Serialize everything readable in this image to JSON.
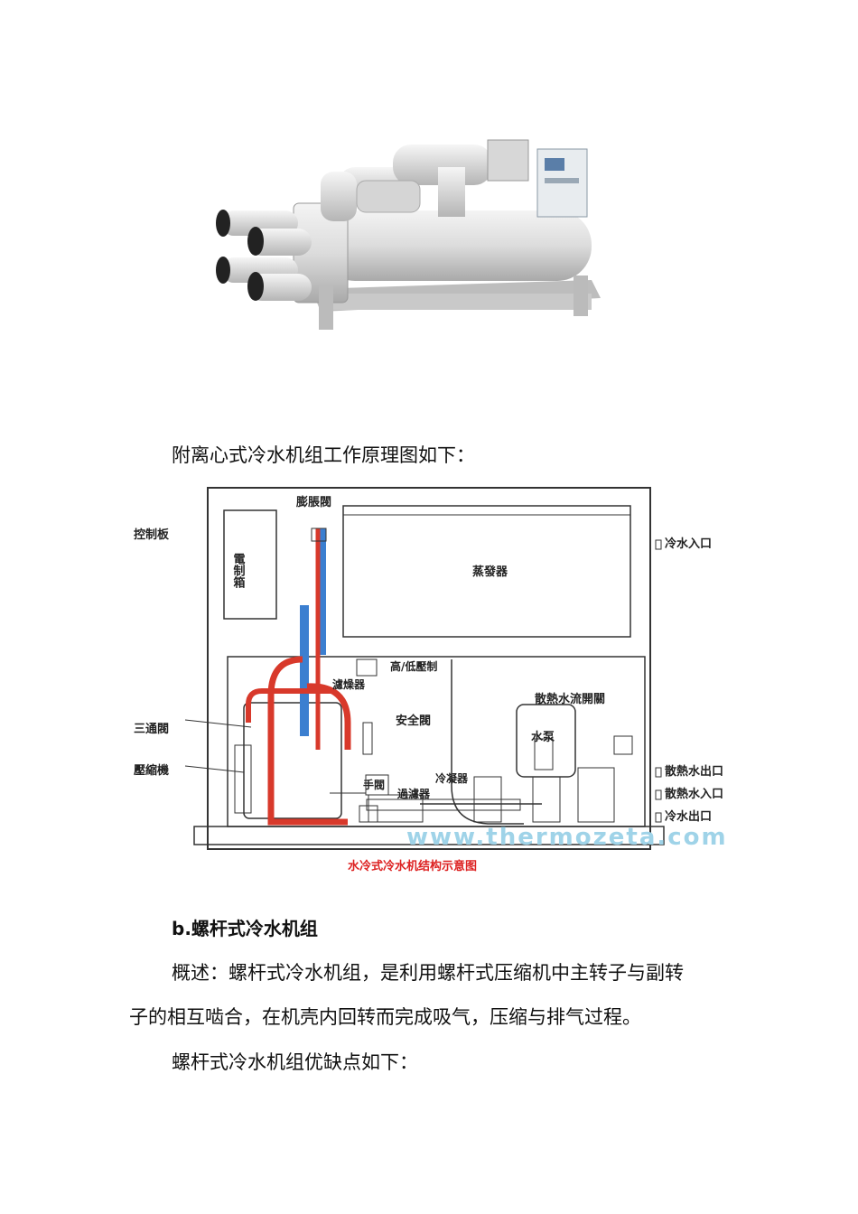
{
  "photo": {
    "icon": "centrifugal-chiller-photo"
  },
  "intro_line": "附离心式冷水机组工作原理图如下：",
  "diagram": {
    "labels": {
      "expansion_valve": "膨脹閥",
      "control_board": "控制板",
      "electric_box": "電制箱",
      "evaporator": "蒸發器",
      "chilled_in": "冷水入口",
      "hl_pressure": "高/低壓制",
      "drier": "濾燥器",
      "three_way": "三通閥",
      "safety_valve": "安全閥",
      "cooling_flow_switch": "散熱水流開關",
      "pump": "水泵",
      "compressor": "壓縮機",
      "hand_valve": "手閥",
      "filter": "過濾器",
      "condenser": "冷凝器",
      "cooling_out": "散熱水出口",
      "cooling_in": "散熱水入口",
      "chilled_out": "冷水出口"
    },
    "watermark": "www.thermozeta.com",
    "caption": "水冷式冷水机结构示意图"
  },
  "section_b": {
    "heading": "b.螺杆式冷水机组",
    "overview_line1": "概述：螺杆式冷水机组，是利用螺杆式压缩机中主转子与副转",
    "overview_line2": "子的相互啮合，在机壳内回转而完成吸气，压缩与排气过程。",
    "pros_cons": "螺杆式冷水机组优缺点如下："
  },
  "colors": {
    "red_pipe": "#d8392b",
    "blue_pipe": "#3b7fd0",
    "caption": "#dd2222"
  }
}
